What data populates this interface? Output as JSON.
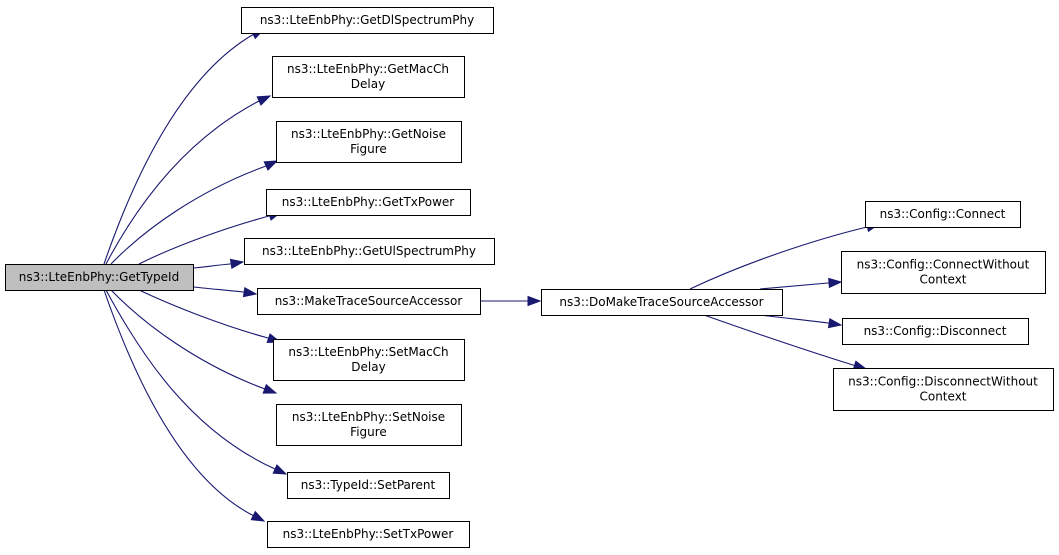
{
  "diagram": {
    "type": "call-graph",
    "nodes": [
      {
        "id": "root",
        "lines": [
          "ns3::LteEnbPhy::GetTypeId"
        ],
        "highlighted": true
      },
      {
        "id": "getdlspec",
        "lines": [
          "ns3::LteEnbPhy::GetDlSpectrumPhy"
        ]
      },
      {
        "id": "getmacch",
        "lines": [
          "ns3::LteEnbPhy::GetMacCh",
          "Delay"
        ]
      },
      {
        "id": "getnoise",
        "lines": [
          "ns3::LteEnbPhy::GetNoise",
          "Figure"
        ]
      },
      {
        "id": "gettxpower",
        "lines": [
          "ns3::LteEnbPhy::GetTxPower"
        ]
      },
      {
        "id": "getulspec",
        "lines": [
          "ns3::LteEnbPhy::GetUlSpectrumPhy"
        ]
      },
      {
        "id": "maketrace",
        "lines": [
          "ns3::MakeTraceSourceAccessor"
        ]
      },
      {
        "id": "setmacch",
        "lines": [
          "ns3::LteEnbPhy::SetMacCh",
          "Delay"
        ]
      },
      {
        "id": "setnoise",
        "lines": [
          "ns3::LteEnbPhy::SetNoise",
          "Figure"
        ]
      },
      {
        "id": "setparent",
        "lines": [
          "ns3::TypeId::SetParent"
        ]
      },
      {
        "id": "settxpower",
        "lines": [
          "ns3::LteEnbPhy::SetTxPower"
        ]
      },
      {
        "id": "domaketrace",
        "lines": [
          "ns3::DoMakeTraceSourceAccessor"
        ]
      },
      {
        "id": "connect",
        "lines": [
          "ns3::Config::Connect"
        ]
      },
      {
        "id": "connectwithout",
        "lines": [
          "ns3::Config::ConnectWithout",
          "Context"
        ]
      },
      {
        "id": "disconnect",
        "lines": [
          "ns3::Config::Disconnect"
        ]
      },
      {
        "id": "disconnectwithout",
        "lines": [
          "ns3::Config::DisconnectWithout",
          "Context"
        ]
      }
    ],
    "edges": [
      {
        "from": "root",
        "to": "getdlspec"
      },
      {
        "from": "root",
        "to": "getmacch"
      },
      {
        "from": "root",
        "to": "getnoise"
      },
      {
        "from": "root",
        "to": "gettxpower"
      },
      {
        "from": "root",
        "to": "getulspec"
      },
      {
        "from": "root",
        "to": "maketrace"
      },
      {
        "from": "root",
        "to": "setmacch"
      },
      {
        "from": "root",
        "to": "setnoise"
      },
      {
        "from": "root",
        "to": "setparent"
      },
      {
        "from": "root",
        "to": "settxpower"
      },
      {
        "from": "maketrace",
        "to": "domaketrace"
      },
      {
        "from": "domaketrace",
        "to": "connect"
      },
      {
        "from": "domaketrace",
        "to": "connectwithout"
      },
      {
        "from": "domaketrace",
        "to": "disconnect"
      },
      {
        "from": "domaketrace",
        "to": "disconnectwithout"
      }
    ],
    "colors": {
      "edge": "#191970",
      "node_fill": "#ffffff",
      "root_fill": "#bfbfbf",
      "node_border": "#000000"
    }
  }
}
